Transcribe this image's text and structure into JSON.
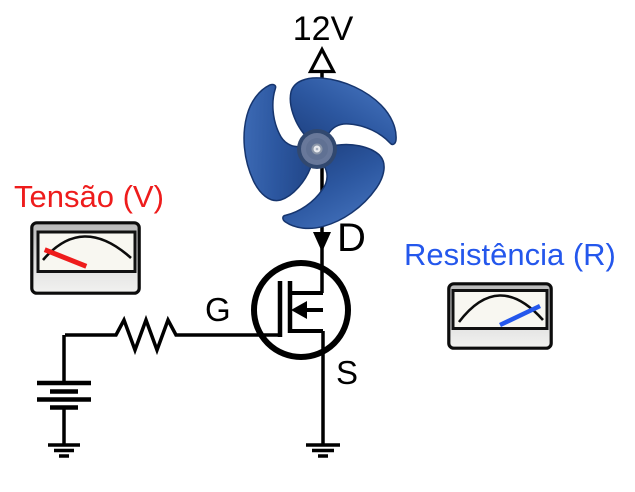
{
  "diagram": {
    "supply_label": "12V",
    "terminals": {
      "drain": "D",
      "gate": "G",
      "source": "S"
    },
    "meters": {
      "voltage": {
        "label": "Tensão (V)",
        "color": "#ee1c1c",
        "icon": "analog-meter"
      },
      "resistance": {
        "label": "Resistência (R)",
        "color": "#2457ec",
        "icon": "analog-meter"
      }
    },
    "icons": {
      "fan": "fan-blades",
      "mosfet": "n-channel-mosfet-symbol",
      "resistor": "resistor-zigzag",
      "battery": "battery-cells",
      "ground": "ground-symbol",
      "supply_arrow": "up-arrow-open",
      "drain_arrow": "down-arrow-filled"
    },
    "colors": {
      "wire": "#000000",
      "background": "#ffffff",
      "fan_blade_light": "#4a79c4",
      "fan_blade_dark": "#1d3f7e",
      "fan_hub": "#68789a"
    }
  }
}
